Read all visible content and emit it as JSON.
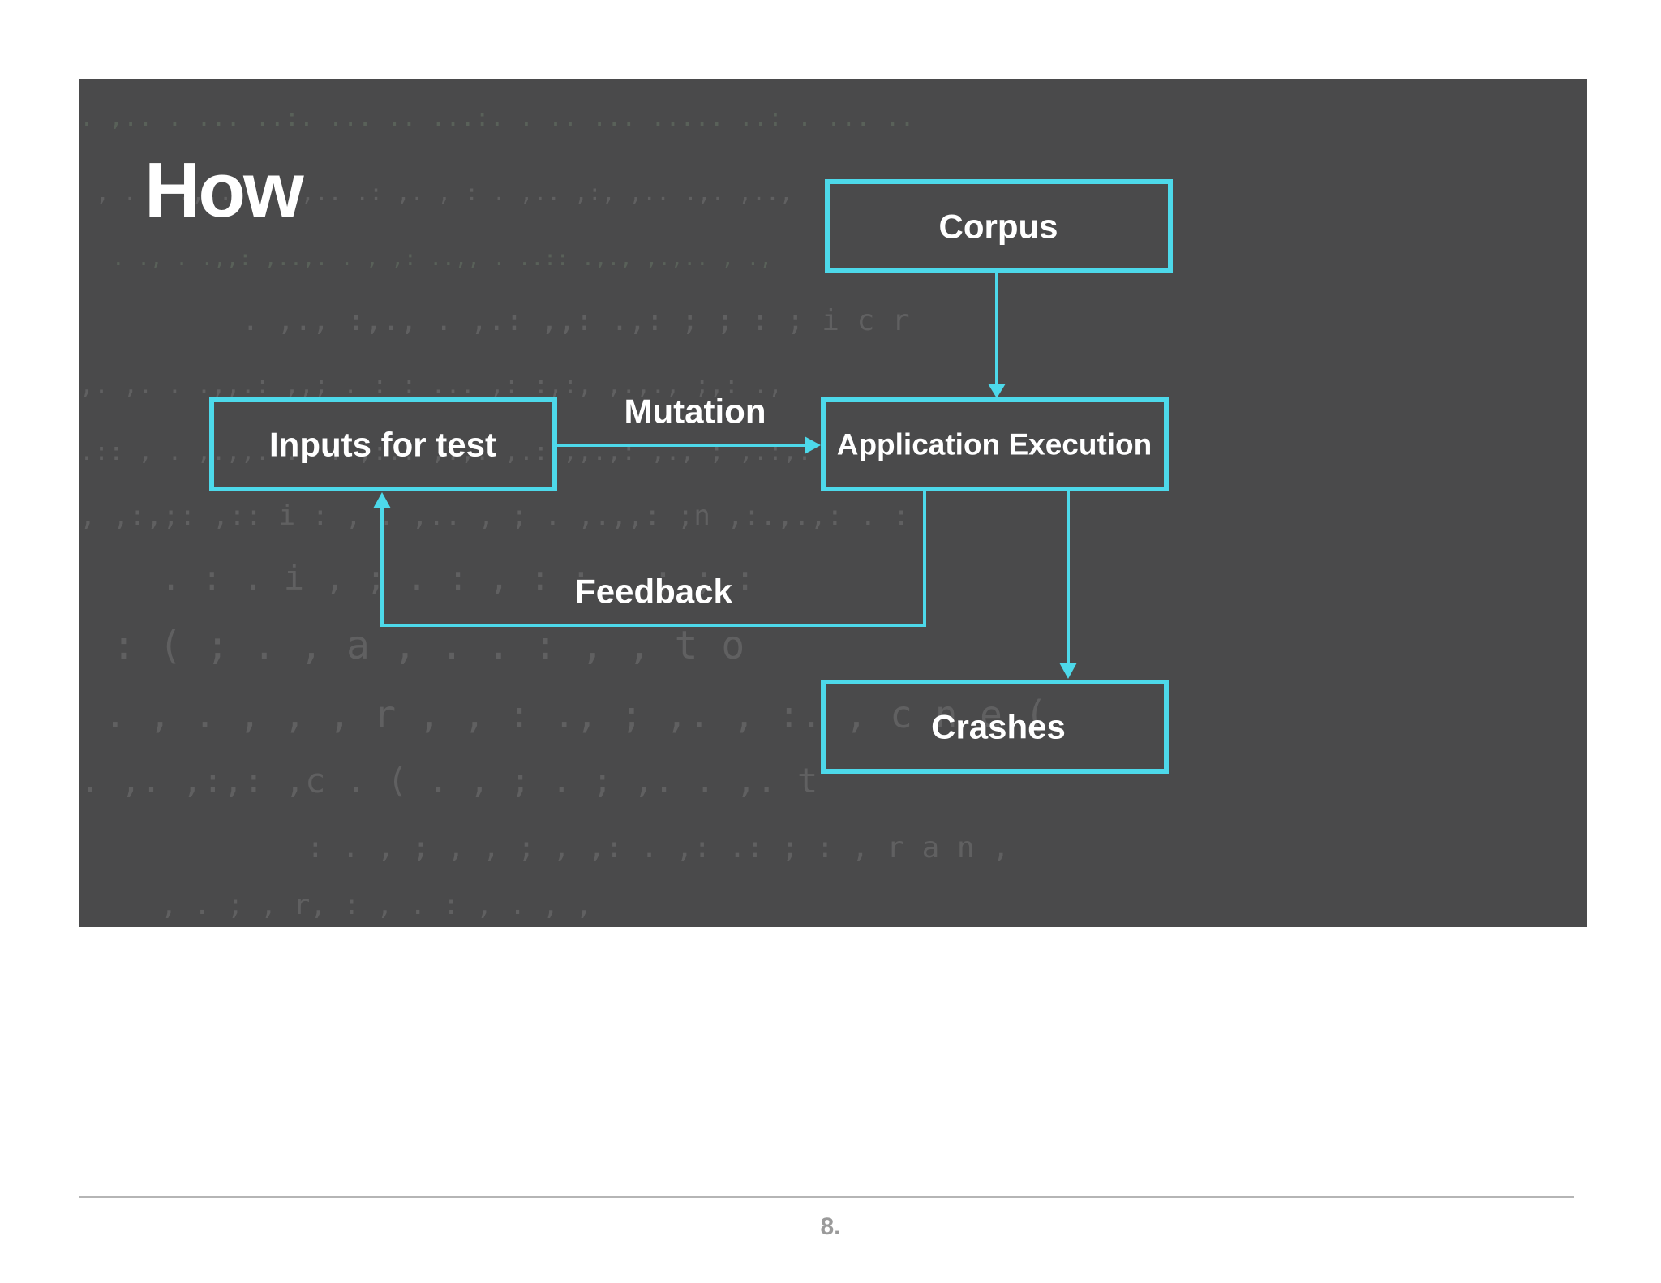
{
  "slide": {
    "title": "How",
    "page_number": "8."
  },
  "diagram": {
    "nodes": [
      {
        "id": "corpus",
        "label": "Corpus"
      },
      {
        "id": "inputs",
        "label": "Inputs for test"
      },
      {
        "id": "execution",
        "label": "Application Execution"
      },
      {
        "id": "crashes",
        "label": "Crashes"
      }
    ],
    "edges": [
      {
        "from": "corpus",
        "to": "execution",
        "label": ""
      },
      {
        "from": "inputs",
        "to": "execution",
        "label": "Mutation"
      },
      {
        "from": "execution",
        "to": "inputs",
        "label": "Feedback"
      },
      {
        "from": "execution",
        "to": "crashes",
        "label": ""
      }
    ]
  },
  "colors": {
    "accent": "#4dd9ea",
    "slide_background": "#4a4a4b",
    "text": "#ffffff",
    "page_number": "#9a9a9a"
  }
}
